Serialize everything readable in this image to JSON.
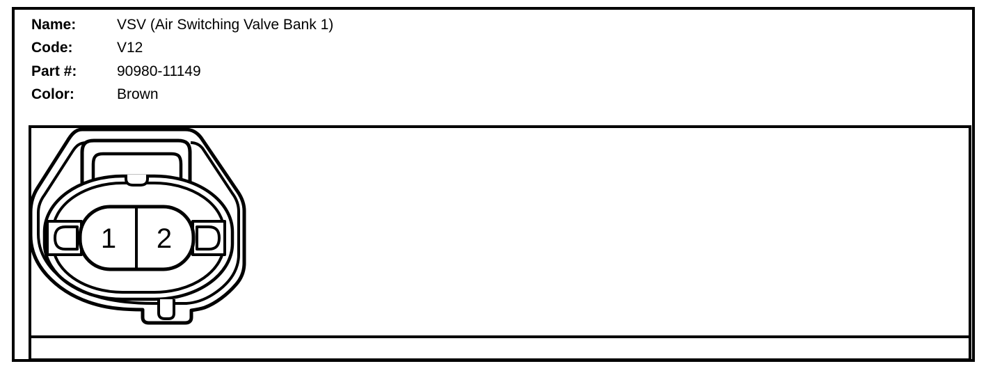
{
  "doc": {
    "fields": [
      {
        "label": "Name:",
        "value": "VSV (Air Switching Valve Bank 1)"
      },
      {
        "label": "Code:",
        "value": "V12"
      },
      {
        "label": "Part #:",
        "value": "90980-11149"
      },
      {
        "label": "Color:",
        "value": "Brown"
      }
    ],
    "connector": {
      "view": "2-pin connector, front view",
      "pins": [
        "1",
        "2"
      ]
    },
    "colors": {
      "ink": "#000000",
      "paper": "#ffffff"
    }
  }
}
